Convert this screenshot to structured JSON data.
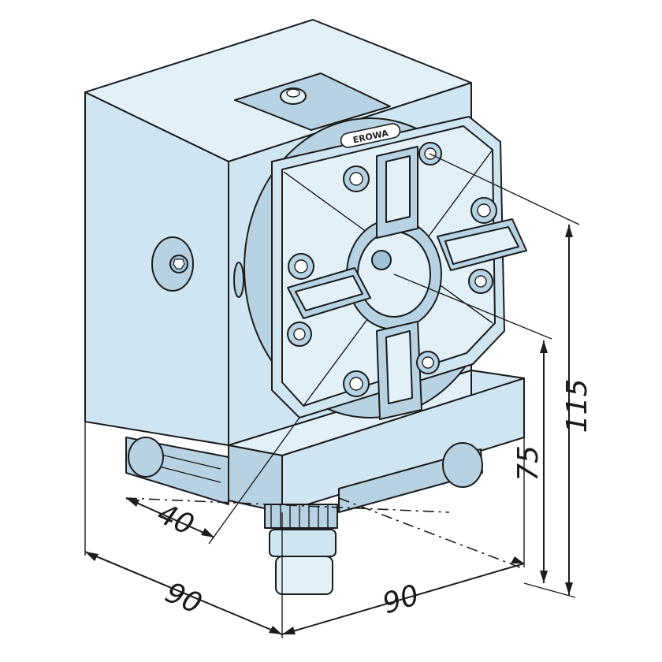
{
  "drawing": {
    "dimensions": {
      "width_left": "90",
      "width_right": "90",
      "depth_center": "40",
      "height_center": "75",
      "height_total": "115"
    },
    "logo_text": "EROWA",
    "colors": {
      "body": "#cfe6f2",
      "body_dark": "#b7d3e3",
      "body_light": "#e2f1f8",
      "line": "#1c1c1c"
    }
  }
}
